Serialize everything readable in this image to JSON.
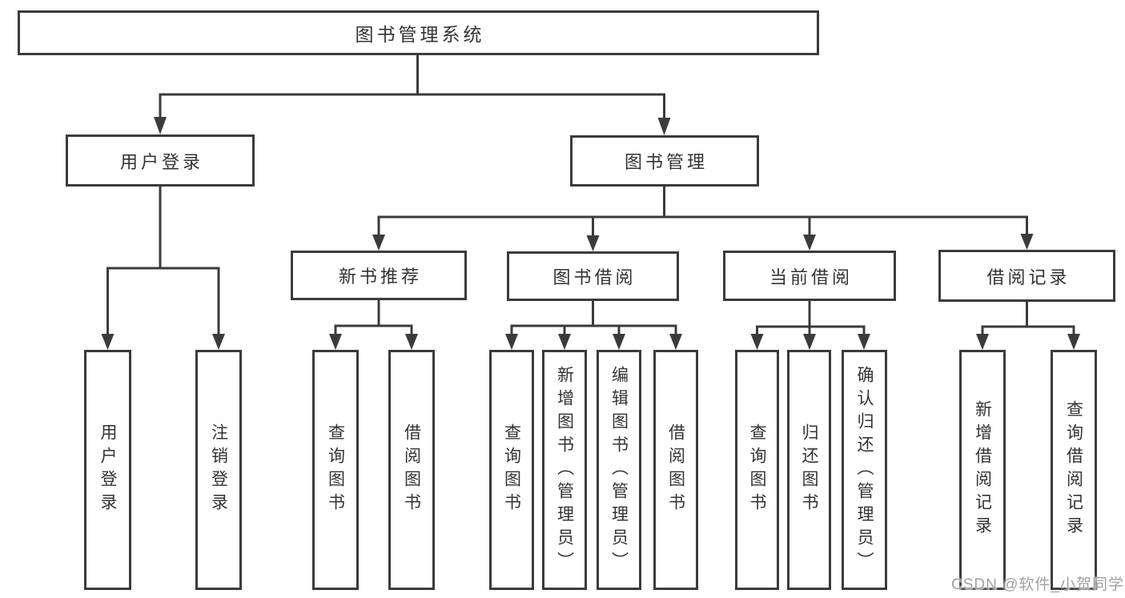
{
  "diagram": {
    "tree": {
      "root": "图书管理系统",
      "level1": [
        {
          "label": "用户登录",
          "leaves": [
            "用户登录",
            "注销登录"
          ]
        },
        {
          "label": "图书管理",
          "groups": [
            {
              "label": "新书推荐",
              "leaves": [
                "查询图书",
                "借阅图书"
              ]
            },
            {
              "label": "图书借阅",
              "leaves": [
                "查询图书",
                "新增图书（管理员）",
                "编辑图书（管理员）",
                "借阅图书"
              ]
            },
            {
              "label": "当前借阅",
              "leaves": [
                "查询图书",
                "归还图书",
                "确认归还（管理员）"
              ]
            },
            {
              "label": "借阅记录",
              "leaves": [
                "新增借阅记录",
                "查询借阅记录"
              ]
            }
          ]
        }
      ]
    },
    "watermark": "CSDN @软件_小贺同学",
    "colors": {
      "line": "#3b3b3b",
      "text": "#333333",
      "background": "#ffffff",
      "watermark": "#a0a0a0"
    }
  }
}
